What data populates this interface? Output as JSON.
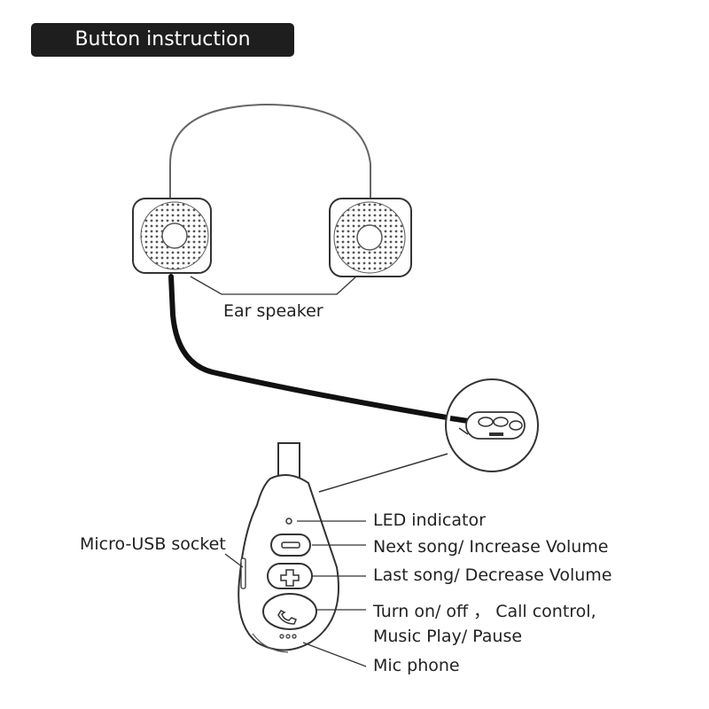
{
  "title": "Button instruction",
  "labels": {
    "ear_speaker": "Ear speaker",
    "led_indicator": "LED indicator",
    "micro_usb_socket": "Micro-USB socket",
    "next_song": "Next song/ Increase Volume",
    "last_song": "Last song/ Decrease Volume",
    "turn_on_line1": "Turn on/ off ， Call control,",
    "turn_on_line2": "Music Play/ Pause",
    "mic_phone": "Mic phone"
  }
}
